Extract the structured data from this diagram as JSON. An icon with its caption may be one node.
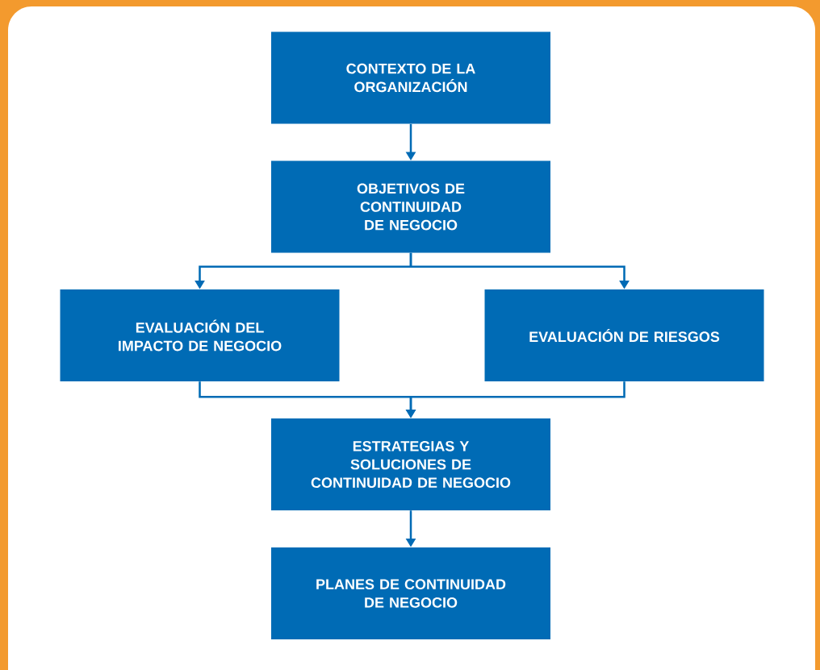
{
  "diagram": {
    "nodes": [
      {
        "text": [
          "CONTEXTO DE LA ORGANIZACIÓN"
        ]
      },
      {
        "text": [
          "OBJETIVOS DE CONTINUIDAD DE NEGOCIO"
        ]
      },
      {
        "text": [
          "EVALUACIÓN DEL IMPACTO DE NEGOCIO"
        ]
      },
      {
        "text": [
          "EVALUACIÓN DE RIESGOS"
        ]
      },
      {
        "text": [
          "ESTRATEGIAS Y SOLUCIONES DE CONTINUIDAD DE NEGOCIO"
        ]
      },
      {
        "text": [
          "PLANES DE CONTINUIDAD DE NEGOCIO"
        ]
      }
    ],
    "edges": [
      {
        "from": 0,
        "to": 1,
        "arrow": "to"
      },
      {
        "from": 1,
        "to": 2,
        "arrow": "to"
      },
      {
        "from": 1,
        "to": 3,
        "arrow": "to"
      },
      {
        "from": 2,
        "to": 4,
        "arrow": "to"
      },
      {
        "from": 3,
        "to": 4,
        "arrow": "to"
      },
      {
        "from": 4,
        "to": 5,
        "arrow": "to"
      }
    ]
  }
}
